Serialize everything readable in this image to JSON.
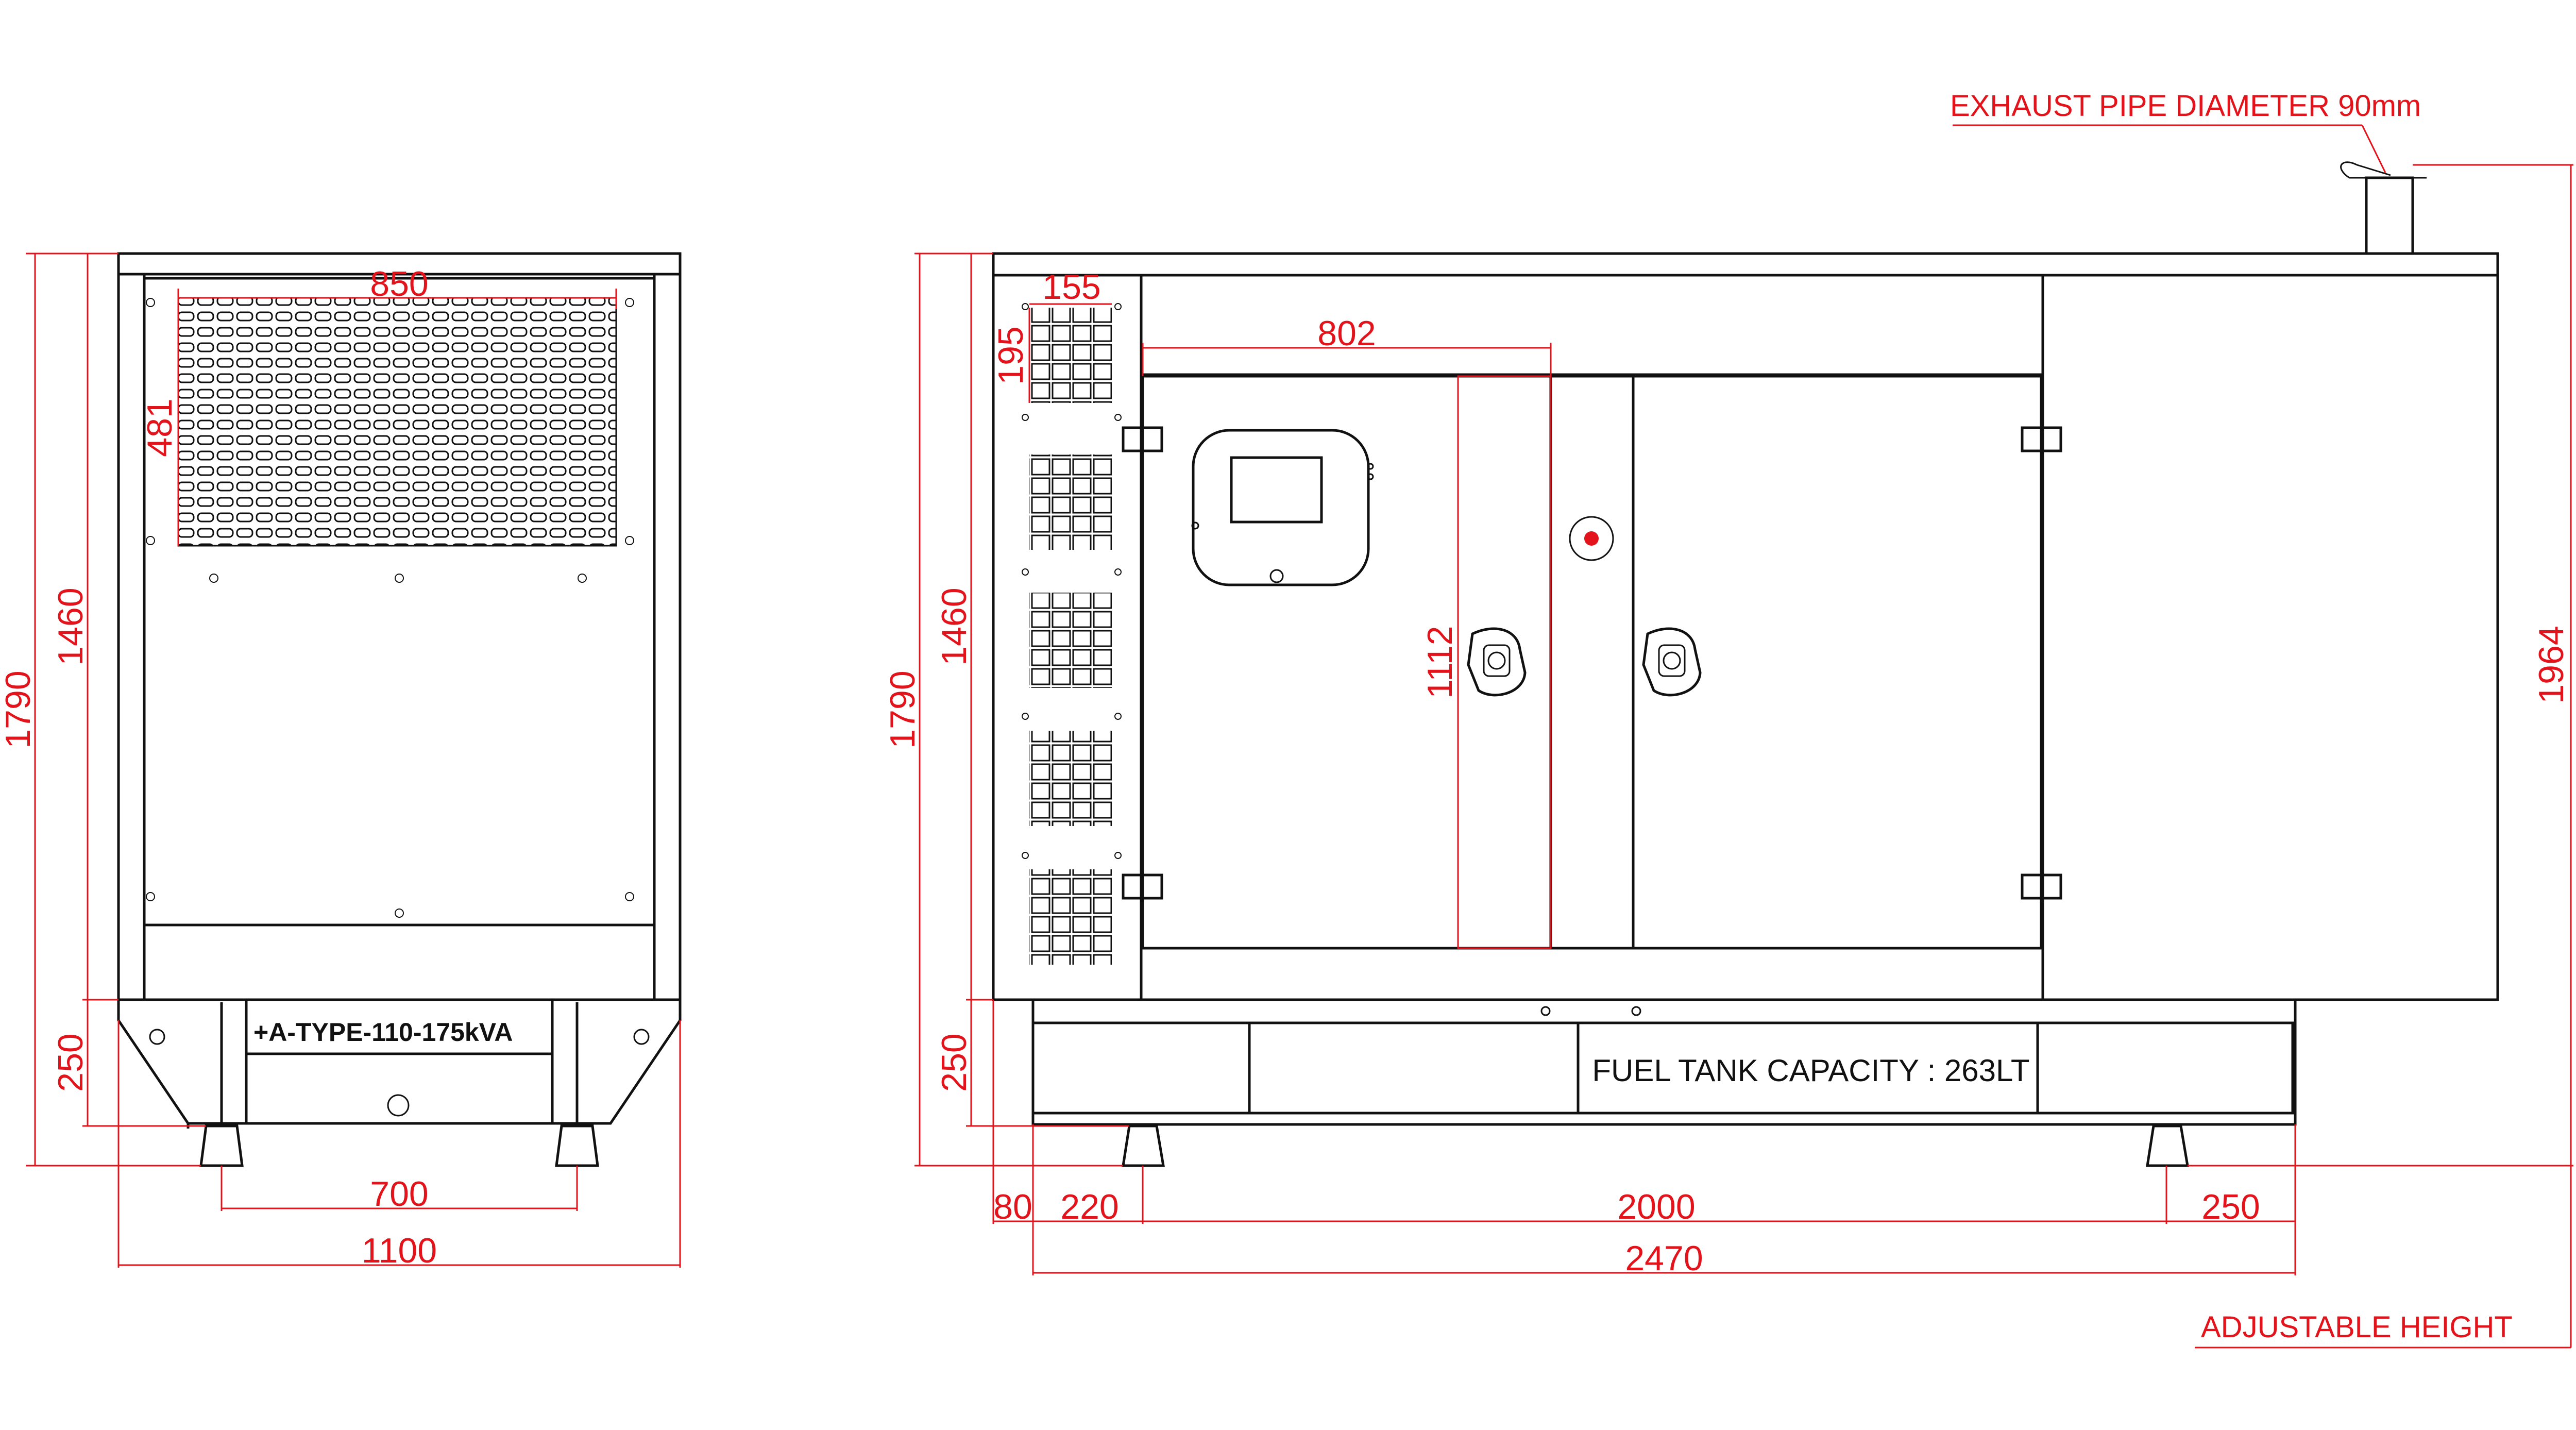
{
  "front_view": {
    "dim_grille_width": "850",
    "dim_grille_height": "481",
    "dim_total_height": "1790",
    "dim_cabinet_height": "1460",
    "dim_base_height": "250",
    "dim_feet_spacing": "700",
    "dim_total_width": "1100",
    "model_label": "+A-TYPE-110-175kVA"
  },
  "side_view": {
    "exhaust_label": "EXHAUST PIPE DIAMETER 90mm",
    "dim_louver_width": "155",
    "dim_louver_height": "195",
    "dim_door_width": "802",
    "dim_door_height": "1112",
    "dim_total_height": "1790",
    "dim_cabinet_height": "1460",
    "dim_base_height": "250",
    "dim_overall_height": "1964",
    "fuel_tank_label": "FUEL TANK CAPACITY : 263LT",
    "dim_offset_left": "80",
    "dim_foot_left": "220",
    "dim_feet_spacing": "2000",
    "dim_foot_right": "250",
    "dim_total_length": "2470",
    "adjustable_label": "ADJUSTABLE HEIGHT"
  },
  "colors": {
    "dimension": "#e3131b",
    "outline": "#111111"
  }
}
